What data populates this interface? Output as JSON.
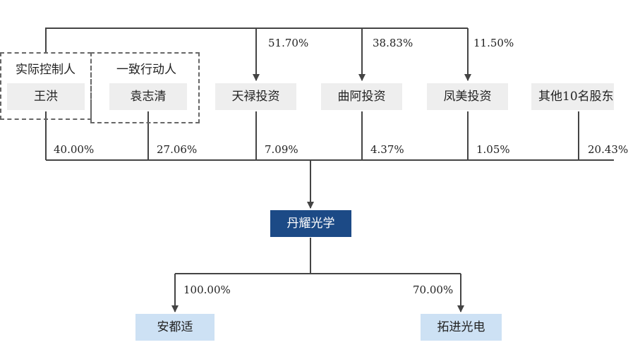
{
  "shareholders": [
    {
      "id": "wanghong",
      "name": "王洪",
      "role": "实际控制人",
      "stake_in_company": "40.00%"
    },
    {
      "id": "yuanzhiqing",
      "name": "袁志清",
      "role": "一致行动人",
      "stake_in_company": "27.06%"
    },
    {
      "id": "tianlu",
      "name": "天禄投资",
      "stake_in_company": "7.09%",
      "wanghong_stake": "51.70%"
    },
    {
      "id": "qua",
      "name": "曲阿投资",
      "stake_in_company": "4.37%",
      "wanghong_stake": "38.83%"
    },
    {
      "id": "fengmei",
      "name": "凤美投资",
      "stake_in_company": "1.05%",
      "wanghong_stake": "11.50%"
    },
    {
      "id": "others",
      "name": "其他10名股东",
      "stake_in_company": "20.43%"
    }
  ],
  "company": {
    "name": "丹耀光学"
  },
  "subsidiaries": [
    {
      "id": "anduoshi",
      "name": "安都适",
      "stake": "100.00%"
    },
    {
      "id": "tuojin",
      "name": "拓进光电",
      "stake": "70.00%"
    }
  ],
  "colors": {
    "company_fill": "#1c4a86",
    "subsidiary_fill": "#cde1f4",
    "shareholder_fill": "#eeeeee",
    "line": "#444444"
  }
}
